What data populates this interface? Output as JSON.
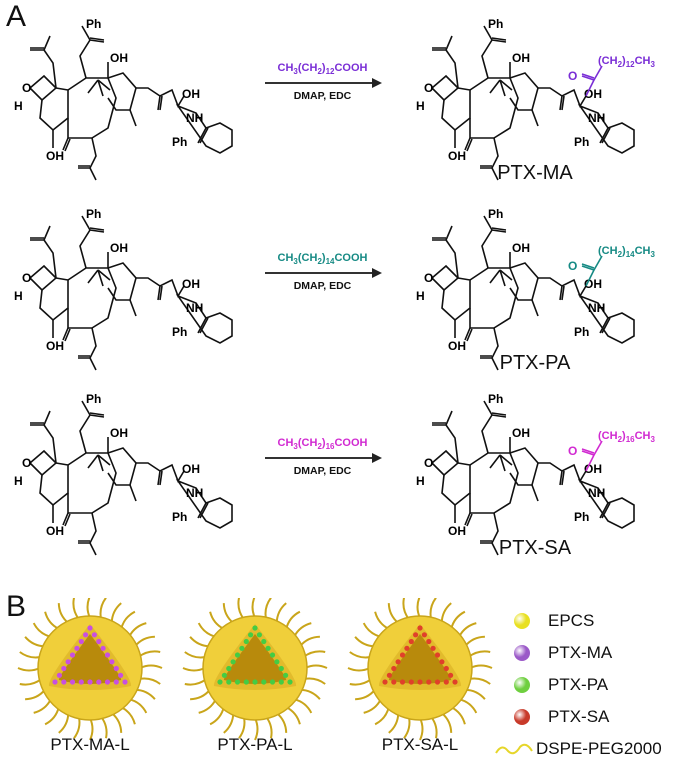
{
  "panel_a": {
    "label": "A",
    "reactions": [
      {
        "reagent_prefix": "CH",
        "reagent_sub1": "3",
        "reagent_mid": "(CH",
        "reagent_sub2": "2",
        "reagent_paren": ")",
        "reagent_sub3": "12",
        "reagent_suffix": "COOH",
        "reagent_color": "#7a2ed6",
        "conditions": "DMAP, EDC",
        "chain_label": "(CH2)12CH3",
        "chain_n": "12",
        "product": "PTX-MA"
      },
      {
        "reagent_prefix": "CH",
        "reagent_sub1": "3",
        "reagent_mid": "(CH",
        "reagent_sub2": "2",
        "reagent_paren": ")",
        "reagent_sub3": "14",
        "reagent_suffix": "COOH",
        "reagent_color": "#168a84",
        "conditions": "DMAP, EDC",
        "chain_label": "(CH2)14CH3",
        "chain_n": "14",
        "product": "PTX-PA"
      },
      {
        "reagent_prefix": "CH",
        "reagent_sub1": "3",
        "reagent_mid": "(CH",
        "reagent_sub2": "2",
        "reagent_paren": ")",
        "reagent_sub3": "16",
        "reagent_suffix": "COOH",
        "reagent_color": "#d12ad1",
        "conditions": "DMAP, EDC",
        "chain_label": "(CH2)16CH3",
        "chain_n": "16",
        "product": "PTX-SA"
      }
    ],
    "atom_labels": {
      "ph": "Ph",
      "oh": "OH",
      "o": "O",
      "h": "H",
      "nh": "NH"
    }
  },
  "panel_b": {
    "label": "B",
    "liposomes": [
      {
        "name": "PTX-MA-L",
        "drug_color": "#c850e0"
      },
      {
        "name": "PTX-PA-L",
        "drug_color": "#44cc44"
      },
      {
        "name": "PTX-SA-L",
        "drug_color": "#e0402a"
      }
    ],
    "legend": [
      {
        "label": "EPCS",
        "color": "#e8e020",
        "kind": "dot"
      },
      {
        "label": "PTX-MA",
        "color": "#9b59c8",
        "kind": "dot"
      },
      {
        "label": "PTX-PA",
        "color": "#6fcf3f",
        "kind": "dot"
      },
      {
        "label": "PTX-SA",
        "color": "#c83a2a",
        "kind": "dot"
      },
      {
        "label": "DSPE-PEG2000",
        "color": "#e6d62a",
        "kind": "wave"
      }
    ],
    "colors": {
      "lipid": "#f0cf3a",
      "lipid_dark": "#c9a51a",
      "core": "#b88a0c"
    }
  }
}
